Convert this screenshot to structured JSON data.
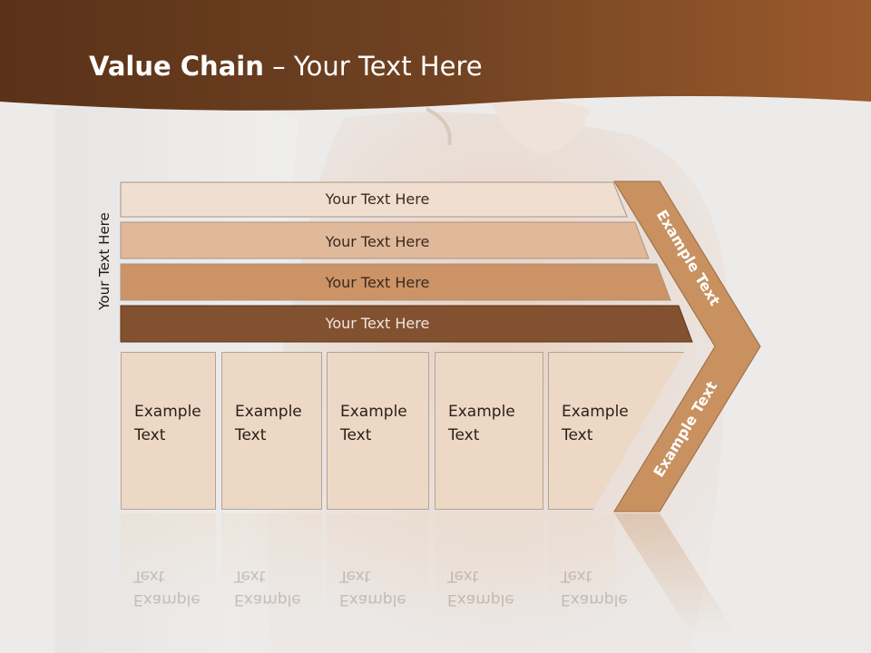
{
  "title": {
    "bold": "Value Chain",
    "rest": " – Your Text Here"
  },
  "side_label": "Your Text Here",
  "bars": [
    {
      "label": "Your Text Here",
      "color": "#f0dfd0"
    },
    {
      "label": "Your Text Here",
      "color": "#e0b99a"
    },
    {
      "label": "Your Text Here",
      "color": "#cc9366"
    },
    {
      "label": "Your Text Here",
      "color": "#825130"
    }
  ],
  "boxes": [
    "Example\nText",
    "Example\nText",
    "Example\nText",
    "Example\nText",
    "Example\nText"
  ],
  "arrow": {
    "top_text": "Example Text",
    "bottom_text": "Example Text",
    "color": "#c8915f"
  },
  "colors": {
    "header": "#6b3f1e",
    "accent": "#9b5a2c",
    "background": "#ecebea"
  }
}
